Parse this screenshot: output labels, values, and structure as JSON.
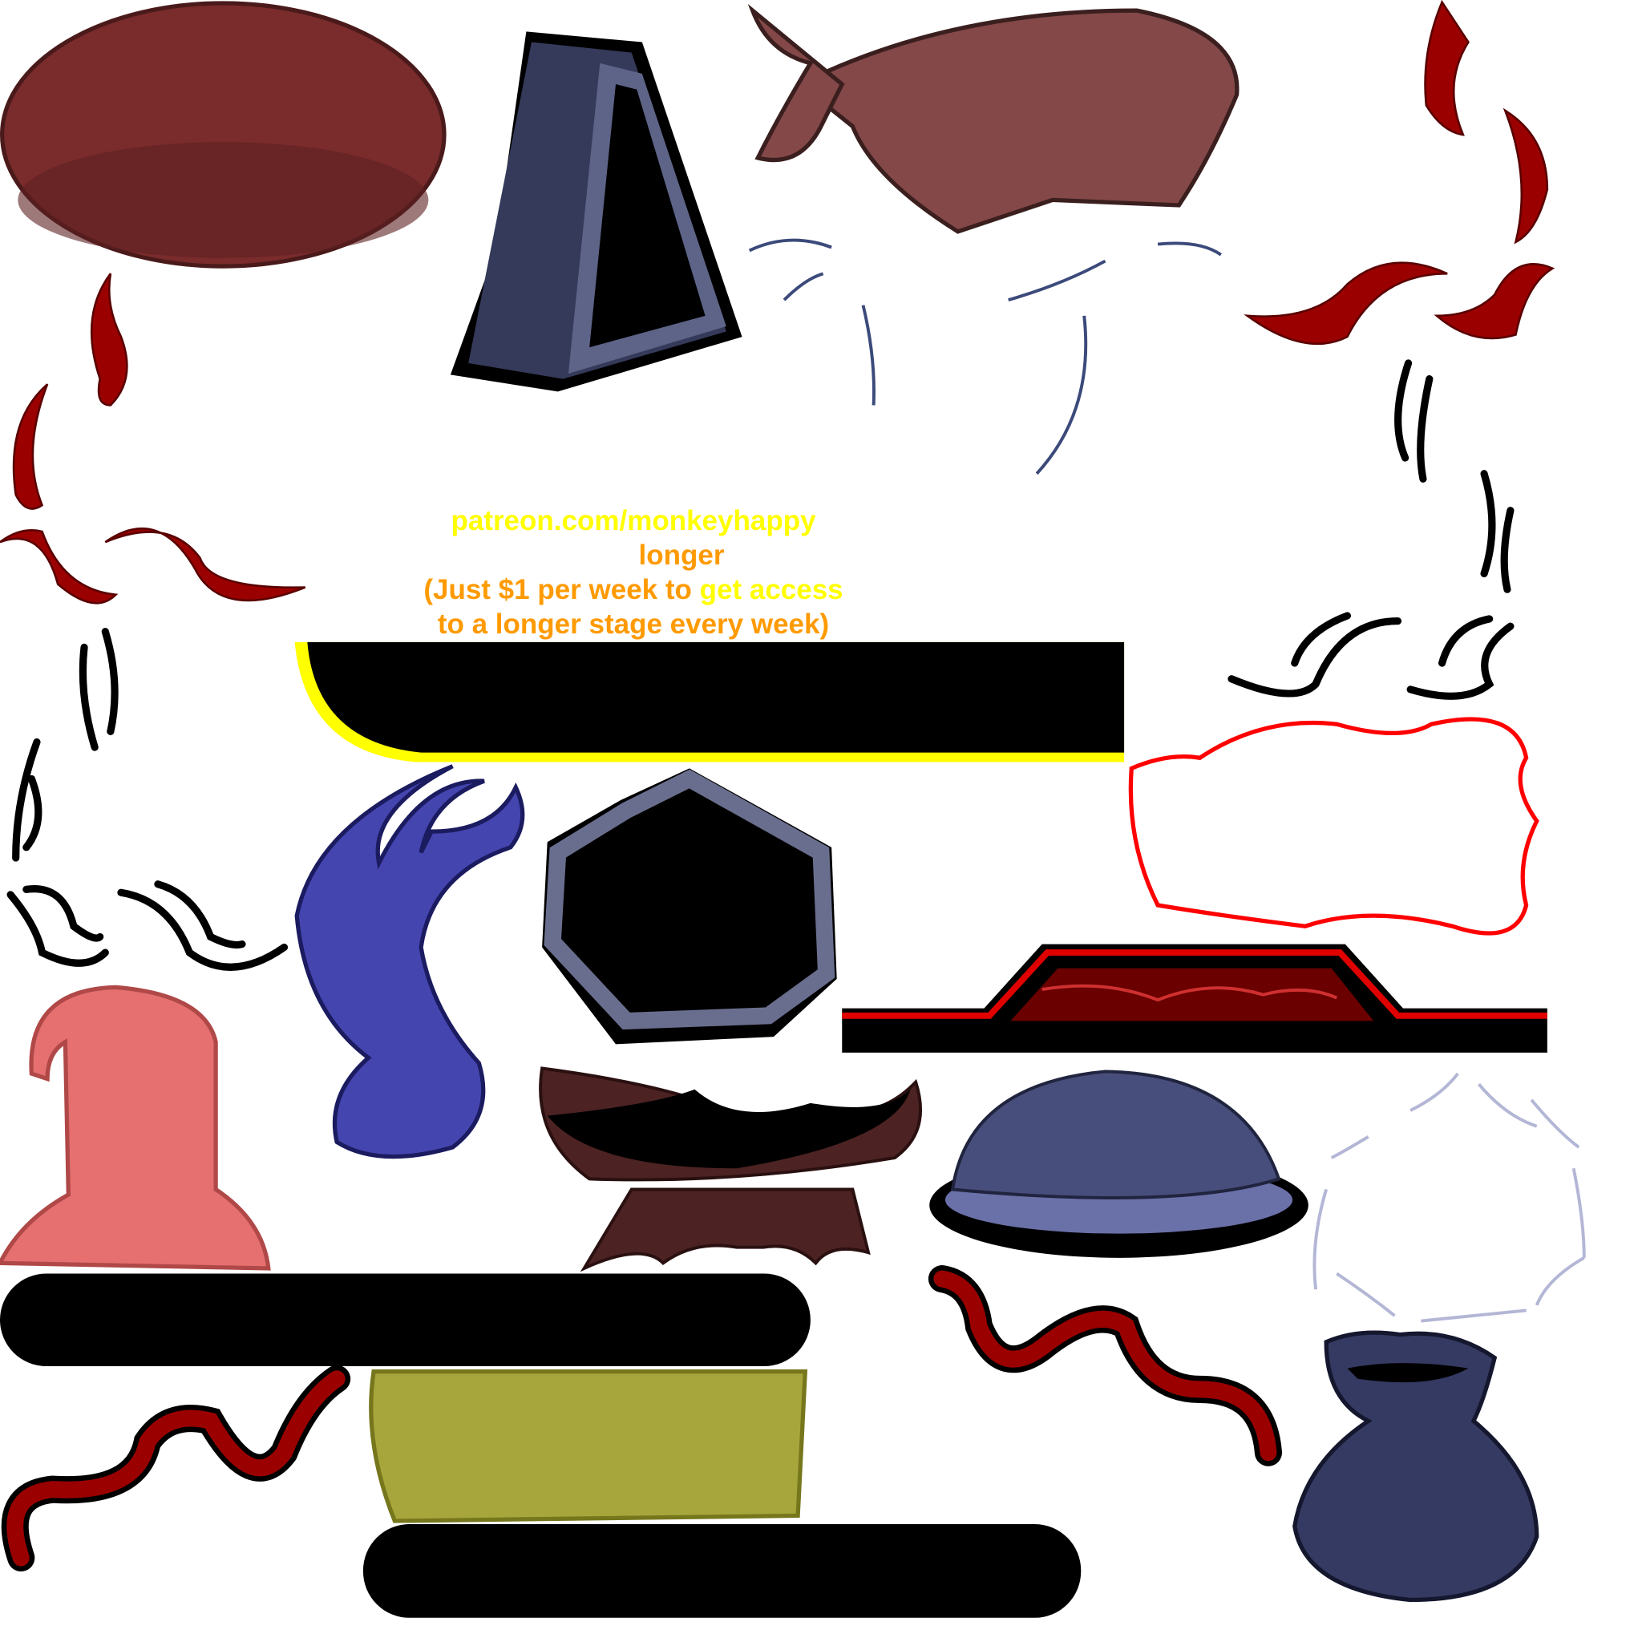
{
  "promo": {
    "line1": "patreon.com/monkeyhappy",
    "line2": "longer",
    "line3a": "(Just $1 per week to ",
    "line3b": "get access",
    "line4": "to a longer stage every week)"
  },
  "colors": {
    "yellow": "#ffff00",
    "orange": "#ff9a00",
    "brown": "#7a2b2b",
    "navy": "#333a5e",
    "red": "#9b0000",
    "pink": "#e67070",
    "olive": "#a6a63c",
    "blue": "#4545b0"
  }
}
